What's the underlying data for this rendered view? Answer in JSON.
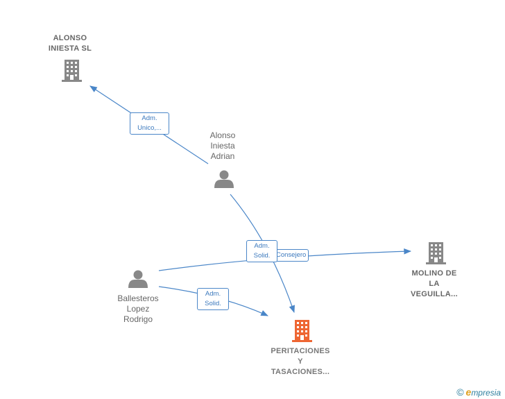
{
  "nodes": {
    "alonso_iniesta_sl": {
      "label": "ALONSO\nINIESTA SL",
      "type": "company",
      "color": "#888888"
    },
    "alonso_iniesta_adrian": {
      "label": "Alonso\nIniesta\nAdrian",
      "type": "person",
      "color": "#888888"
    },
    "ballesteros_lopez_rodrigo": {
      "label": "Ballesteros\nLopez\nRodrigo",
      "type": "person",
      "color": "#888888"
    },
    "molino_de_la_veguilla": {
      "label": "MOLINO DE\nLA\nVEGUILLA...",
      "type": "company",
      "color": "#888888"
    },
    "peritaciones_y_tasaciones": {
      "label": "PERITACIONES\nY\nTASACIONES...",
      "type": "company",
      "color": "#ee6633"
    }
  },
  "edges": {
    "adrian_to_alonso_sl": {
      "label": "Adm.\nUnico,..."
    },
    "adrian_to_peritaciones": {
      "label": "Adm.\nSolid."
    },
    "ballesteros_to_molino": {
      "label": "Consejero"
    },
    "ballesteros_to_peritaciones": {
      "label": "Adm.\nSolid."
    }
  },
  "colors": {
    "edge": "#4a86c8",
    "icon": "#888888",
    "highlight": "#ee6633"
  },
  "brand": {
    "copyright": "©",
    "initial": "e",
    "name": "mpresia"
  }
}
